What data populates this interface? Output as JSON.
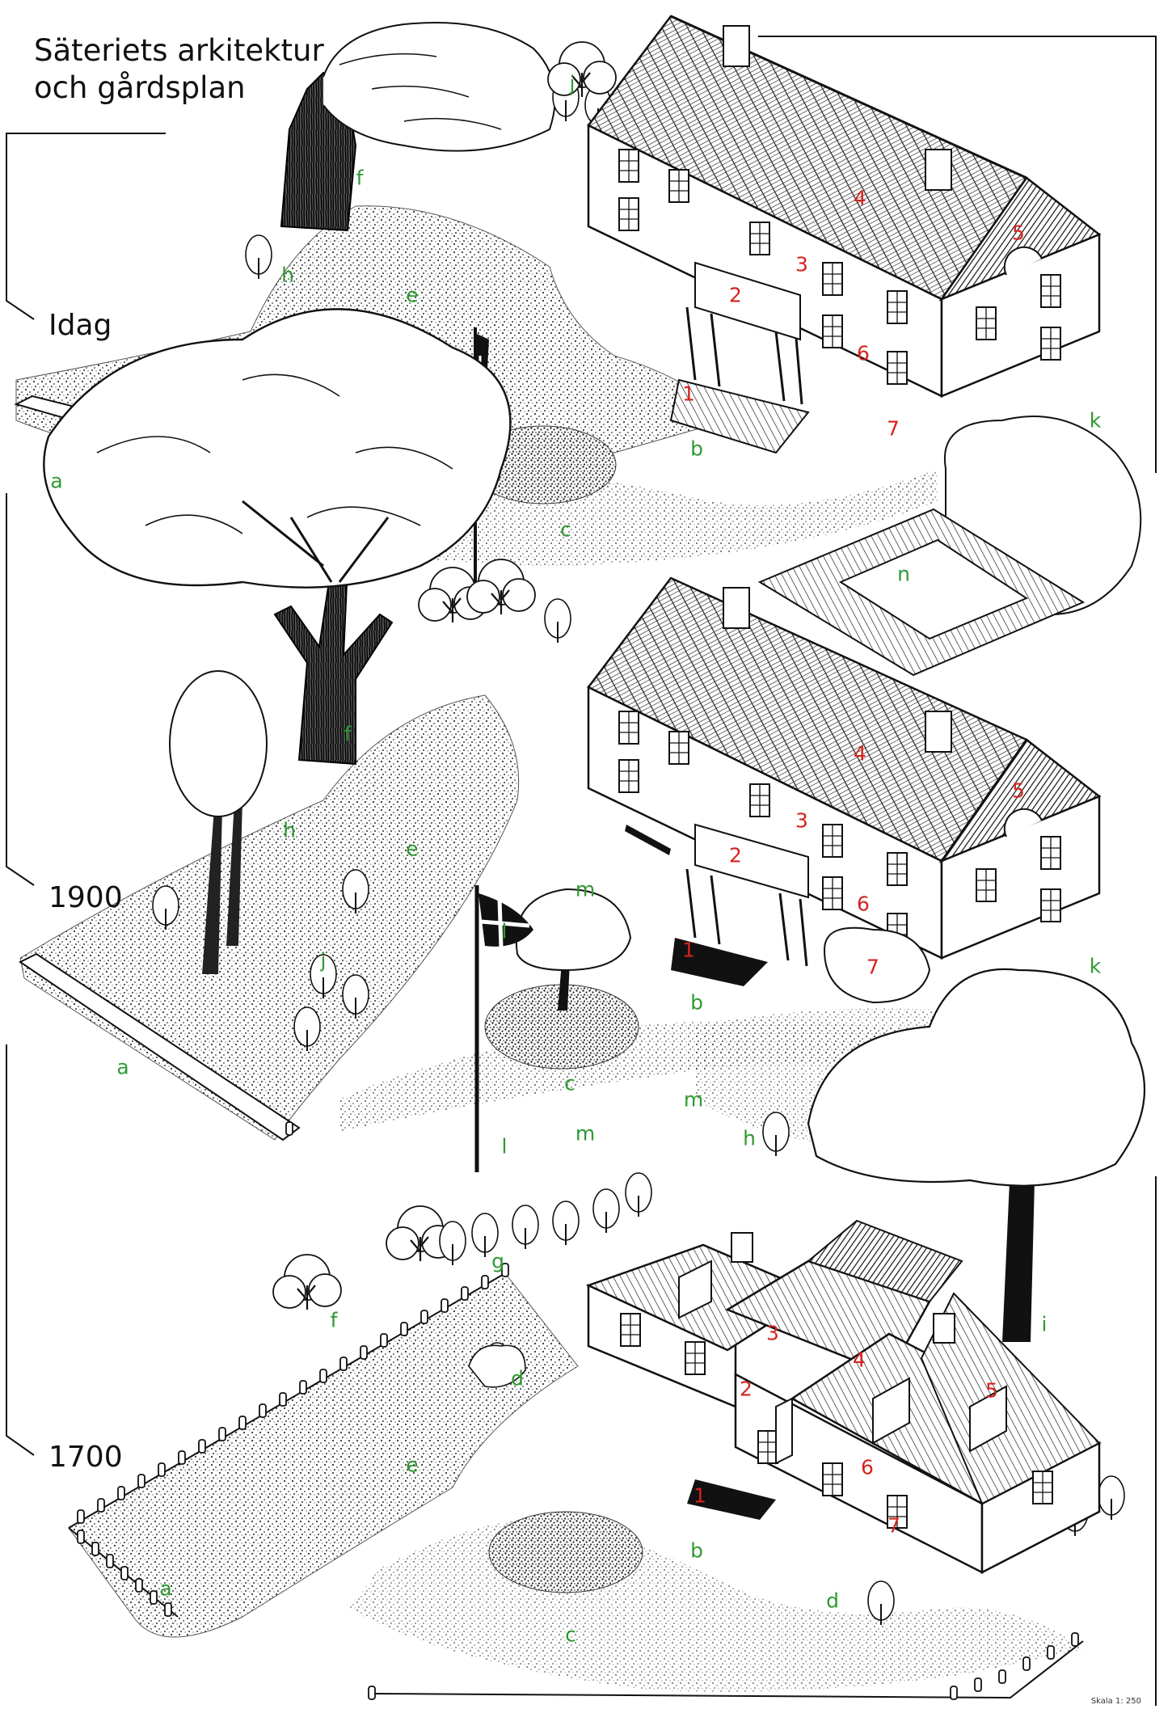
{
  "title": {
    "line1": "Säteriets arkitektur",
    "line2": "och gårdsplan"
  },
  "eras": {
    "today": "Idag",
    "y1900": "1900",
    "y1700": "1700"
  },
  "scenes": [
    {
      "era": "Idag",
      "green_labels": [
        "a",
        "b",
        "c",
        "e",
        "f",
        "h",
        "j",
        "k"
      ],
      "red_labels": [
        "1",
        "2",
        "3",
        "4",
        "5",
        "6",
        "7"
      ]
    },
    {
      "era": "1900",
      "green_labels": [
        "a",
        "b",
        "c",
        "e",
        "f",
        "h",
        "j",
        "k",
        "l",
        "m",
        "n"
      ],
      "red_labels": [
        "1",
        "2",
        "3",
        "4",
        "5",
        "6",
        "7"
      ]
    },
    {
      "era": "1700",
      "green_labels": [
        "a",
        "b",
        "c",
        "d",
        "d",
        "e",
        "f",
        "g",
        "h",
        "i",
        "l",
        "m",
        "m"
      ],
      "red_labels": [
        "1",
        "2",
        "3",
        "4",
        "5",
        "6",
        "7"
      ]
    }
  ],
  "credit": "Skala 1: 250",
  "colors": {
    "green_label": "#2f9a32",
    "red_label": "#d4231f",
    "ink": "#111111"
  }
}
